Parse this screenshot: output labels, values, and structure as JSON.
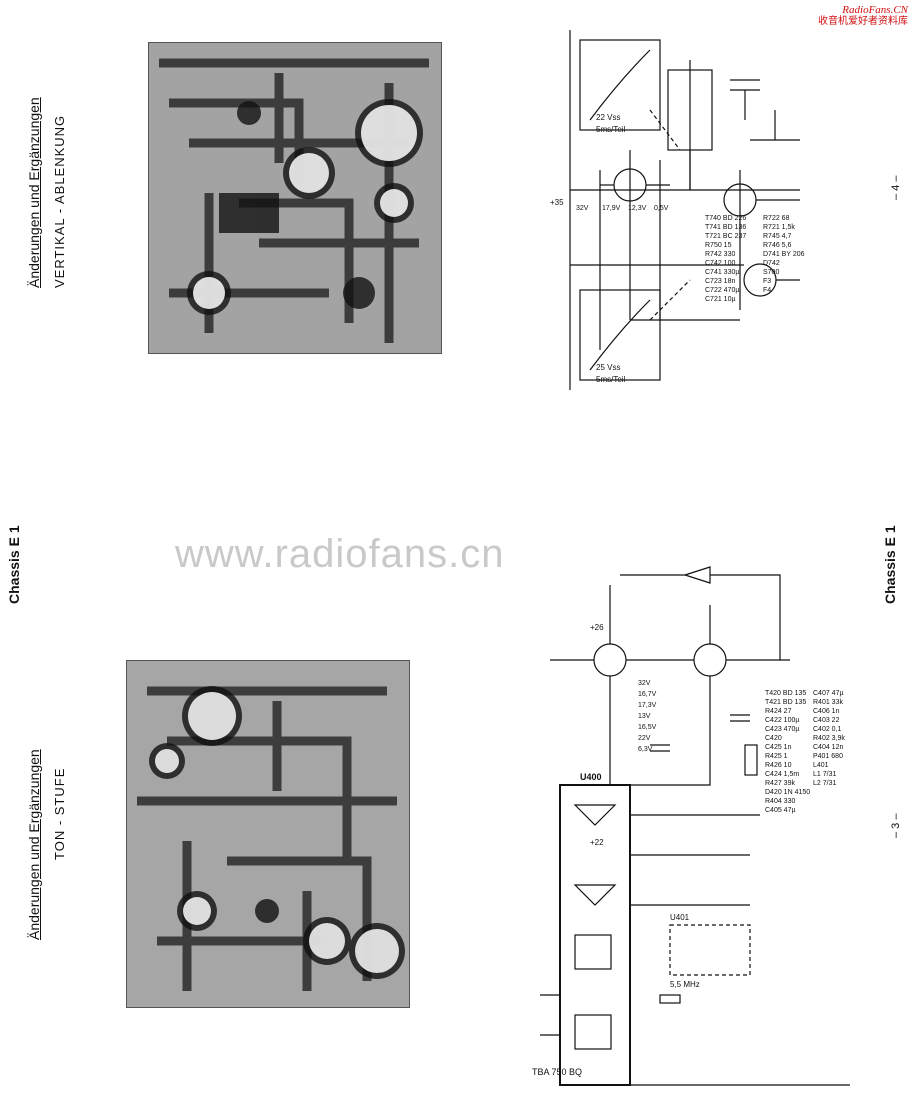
{
  "header": {
    "site_en": "RadioFans.CN",
    "site_cn": "收音机爱好者资料库"
  },
  "watermark": "www.radiofans.cn",
  "chassis_left": "Chassis E 1",
  "chassis_right": "Chassis E 1",
  "page_left": "– 3 –",
  "page_right": "– 4 –",
  "section_top": {
    "title": "Änderungen und Ergänzungen",
    "subtitle": "VERTIKAL - ABLENKUNG"
  },
  "section_bottom": {
    "title": "Änderungen und Ergänzungen",
    "subtitle": "TON - STUFE"
  },
  "vertical_schematic": {
    "supply": "+35",
    "components": [
      "T740 BD 226",
      "T741 BD 136",
      "T721 BC 237",
      "R750 15",
      "R742 330",
      "C742 100",
      "C741 330µ",
      "C723 18n",
      "C722 470µ",
      "C721 10µ",
      "R722 68",
      "R721 1,5k",
      "R745 4,7",
      "R746 5,6",
      "D741 BY 206",
      "D742",
      "S700",
      "F3",
      "F4"
    ],
    "voltages": [
      "32V",
      "17,9V",
      "12,3V",
      "0,5V"
    ],
    "scope_top": {
      "label": "22 Vss",
      "scale": "5ms/Teil"
    },
    "scope_bottom": {
      "label": "25 Vss",
      "scale": "5ms/Teil"
    }
  },
  "audio_schematic": {
    "supply_a": "+26",
    "supply_b": "+22",
    "ic": "U400",
    "ic_chip": "TBA 750 BQ",
    "filter": "U401",
    "filter_freq": "5,5 MHz",
    "components": [
      "T420 BD 135",
      "T421 BD 135",
      "R424 27",
      "C422 100µ",
      "C423 470µ",
      "C420",
      "C425 1n",
      "R425 1",
      "R426 10",
      "C424 1,5m",
      "R427 39k",
      "D420 1N 4150",
      "R404 330",
      "C405 47µ",
      "C407 47µ",
      "R401 33k",
      "C406 1n",
      "C403 22",
      "C402 0,1",
      "R402 3,9k",
      "C404 12n",
      "P401 680",
      "L401",
      "L1 7/31",
      "L2 7/31"
    ],
    "voltages": [
      "32V",
      "16,7V",
      "17,3V",
      "13V",
      "16,5V",
      "22V",
      "6,3V"
    ]
  }
}
